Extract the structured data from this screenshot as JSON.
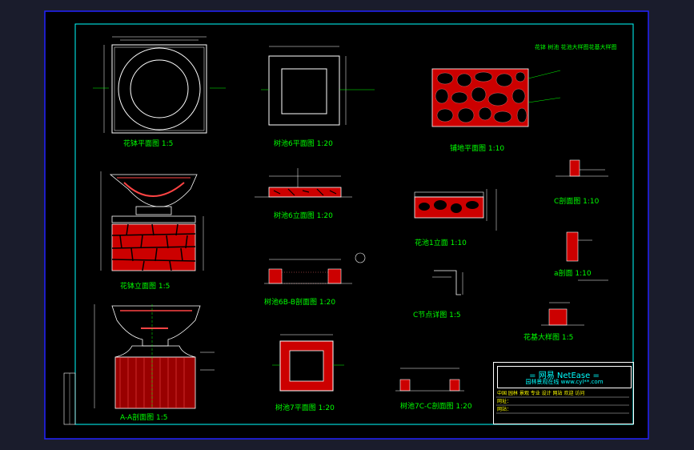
{
  "titles": {
    "main_title": "花钵 树池 花池大样图花基大样图",
    "flowerpot_plan": "花钵平面图 1:5",
    "flowerpot_elevation": "花钵立面图 1:5",
    "section_aa": "A-A剖面图 1:5",
    "tree_pool6_plan": "树池6平面图 1:20",
    "tree_pool6_elev": "树池6立面图 1:20",
    "tree_pool6_bb": "树池6B-B剖面图 1:20",
    "tree_pool7_plan": "树池7平面图 1:20",
    "tree_pool7_cc": "树池7C-C剖面图 1:20",
    "paving_plan": "铺地平面图 1:10",
    "flower_pool1_elev": "花池1立面 1:10",
    "c_node_detail": "C节点详图 1:5",
    "c_section": "C剖面图 1:10",
    "a_section": "a剖面 1:10",
    "flower_base_detail": "花基大样图 1:5"
  },
  "title_block": {
    "brand": "= 网易 NetEase =",
    "site": "园林景观在线  www.cyl**.com",
    "line1": "中国 园林 景观 专业 设计 网站 欢迎 访问",
    "line2": "网址：",
    "line3": "网站："
  },
  "colors": {
    "frame": "#0000cc",
    "border": "#00ffff",
    "lines": "#ffffff",
    "labels": "#00ff00",
    "fill": "#cc0000"
  }
}
